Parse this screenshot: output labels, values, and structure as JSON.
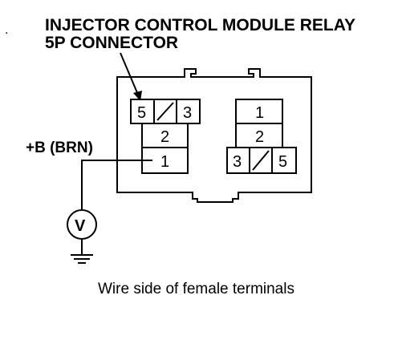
{
  "title_line1": "INJECTOR CONTROL MODULE RELAY",
  "title_line2": "5P CONNECTOR",
  "wire_label": "+B (BRN)",
  "meter_symbol": "V",
  "caption": "Wire side of female terminals",
  "left_group": {
    "top_left": "5",
    "top_right": "3",
    "mid": "2",
    "bottom": "1"
  },
  "right_group": {
    "top": "1",
    "mid": "2",
    "bottom_left": "3",
    "bottom_right": "5"
  }
}
